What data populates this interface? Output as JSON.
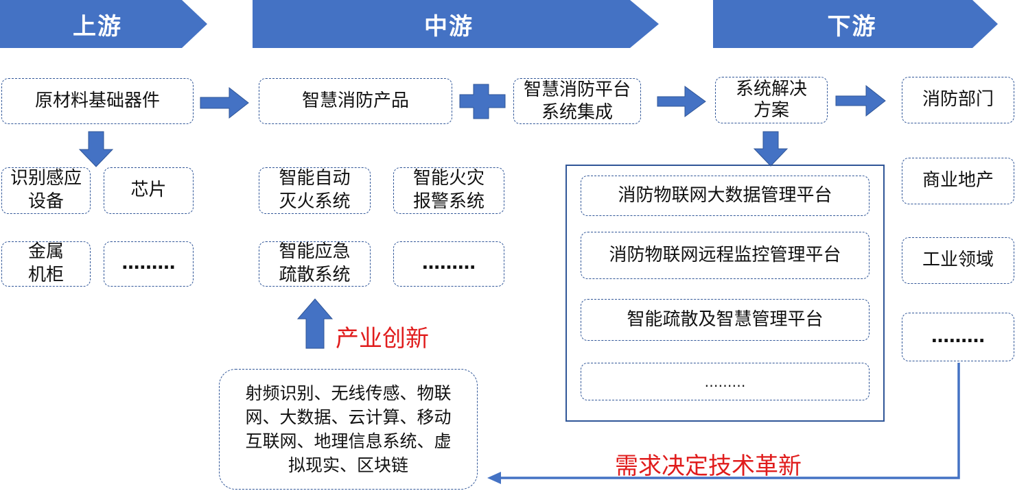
{
  "stages": {
    "upstream": "上游",
    "midstream": "中游",
    "downstream": "下游"
  },
  "upstream": {
    "main": "原材料基础器件",
    "items": [
      "识别感应设备",
      "芯片",
      "金属机柜",
      "………"
    ]
  },
  "midstream": {
    "product": "智慧消防产品",
    "platform": "智慧消防平台系统集成",
    "items": [
      "智能自动灭火系统",
      "智能火灾报警系统",
      "智能应急疏散系统",
      "………"
    ]
  },
  "downstream": {
    "solution": "系统解决方案",
    "platforms": [
      "消防物联网大数据管理平台",
      "消防物联网远程监控管理平台",
      "智能疏散及智慧管理平台",
      "………"
    ],
    "customers": [
      "消防部门",
      "商业地产",
      "工业领域",
      "………"
    ]
  },
  "technologies": "射频识别、无线传感、物联网、大数据、云计算、移动互联网、地理信息系统、虚拟现实、区块链",
  "labels": {
    "innovation": "产业创新",
    "demand": "需求决定技术革新"
  },
  "colors": {
    "banner": "#4472C4",
    "border": "#2F5597",
    "accent_text": "#E01C1C"
  }
}
